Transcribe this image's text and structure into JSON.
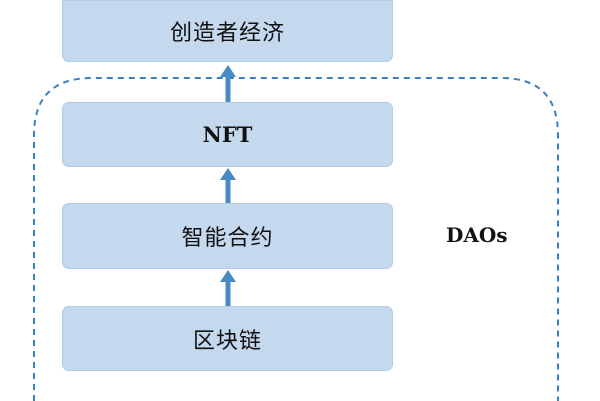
{
  "diagram": {
    "layers": {
      "creator_economy": "创造者经济",
      "nft": "NFT",
      "smart_contracts": "智能合约",
      "blockchain": "区块链"
    },
    "group_label": "DAOs"
  },
  "colors": {
    "box_fill": "#c4d8ee",
    "arrow": "#4a8ac2",
    "dashed_border": "#3a80c0"
  }
}
